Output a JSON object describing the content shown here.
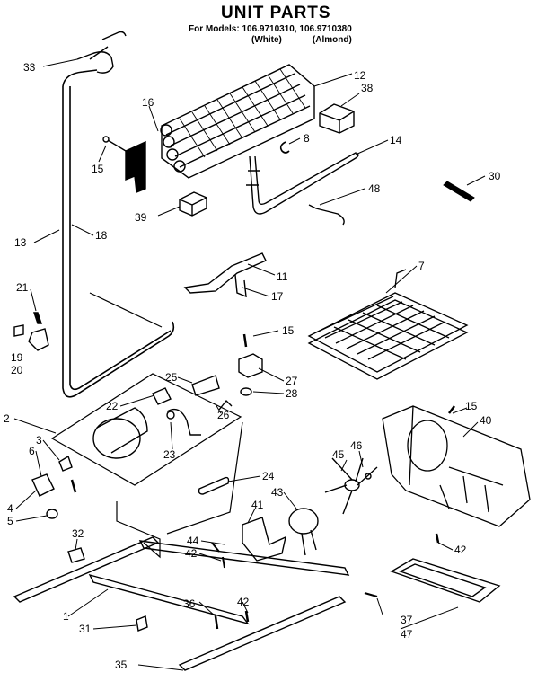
{
  "header": {
    "title": "UNIT PARTS",
    "models": "For Models: 106.9710310, 106.9710380",
    "variant_white": "(White)",
    "variant_almond": "(Almond)"
  },
  "callouts": [
    "33",
    "12",
    "38",
    "16",
    "8",
    "14",
    "15",
    "30",
    "48",
    "39",
    "13",
    "18",
    "11",
    "7",
    "21",
    "17",
    "19",
    "20",
    "15",
    "25",
    "27",
    "2",
    "22",
    "28",
    "26",
    "23",
    "3",
    "6",
    "24",
    "46",
    "45",
    "40",
    "15",
    "4",
    "5",
    "43",
    "32",
    "41",
    "44",
    "42",
    "42",
    "1",
    "36",
    "42",
    "31",
    "37",
    "47",
    "35"
  ]
}
